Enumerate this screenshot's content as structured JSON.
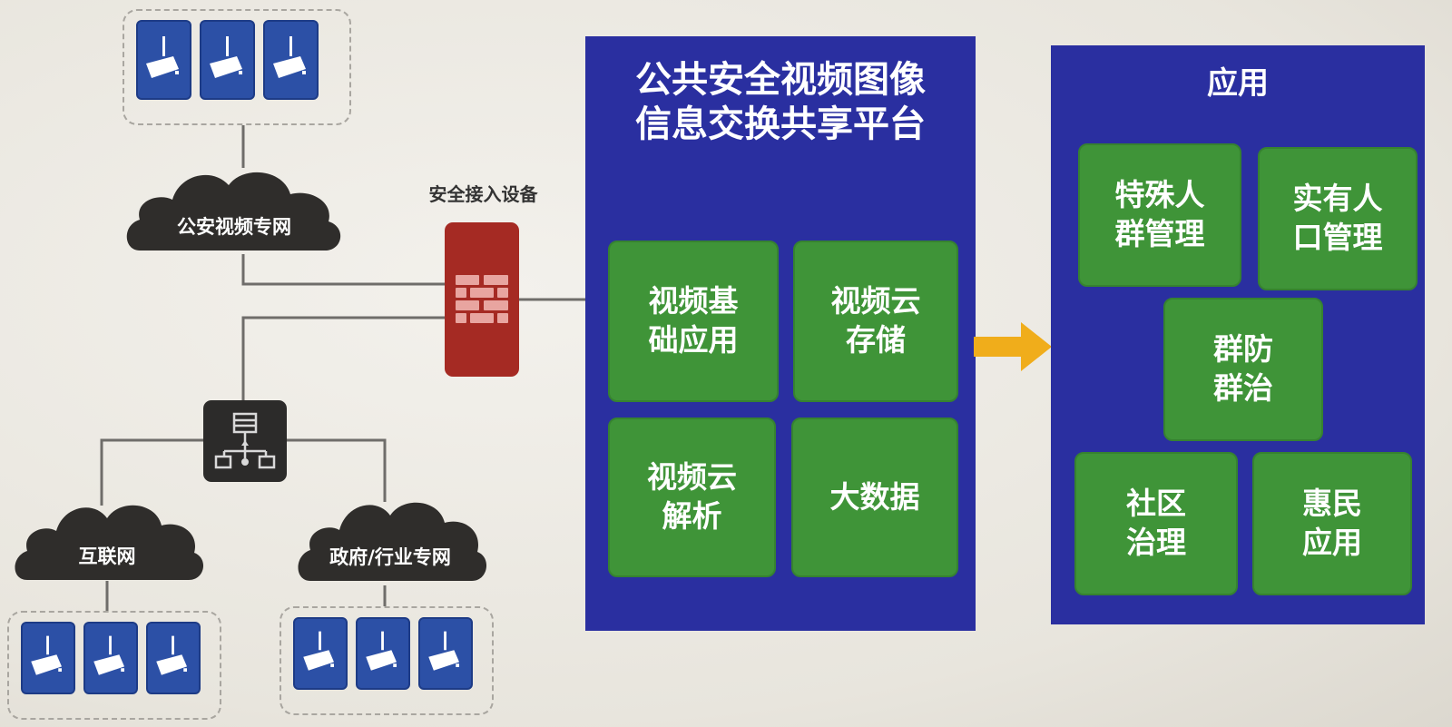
{
  "diagram": {
    "platform_title": "公共安全视频图像\n信息交换共享平台",
    "platform_tiles": [
      "视频基\n础应用",
      "视频云\n存储",
      "视频云\n解析",
      "大数据"
    ],
    "app_title": "应用",
    "app_tiles": [
      "特殊人\n群管理",
      "实有人\n口管理",
      "群防\n群治",
      "社区\n治理",
      "惠民\n应用"
    ],
    "firewall_label": "安全接入设备",
    "clouds": {
      "police": "公安视频专网",
      "internet": "互联网",
      "gov": "政府/行业专网"
    },
    "colors": {
      "panel": "#2a2fa0",
      "tile": "#3f9438",
      "firewall": "#a52a23",
      "cloud": "#2f2d2b",
      "camera": "#2c50a6",
      "arrow": "#f0ad1b"
    },
    "icons": [
      "surveillance-camera-icon",
      "cloud-icon",
      "firewall-icon",
      "network-switch-icon",
      "right-arrow-icon"
    ]
  }
}
